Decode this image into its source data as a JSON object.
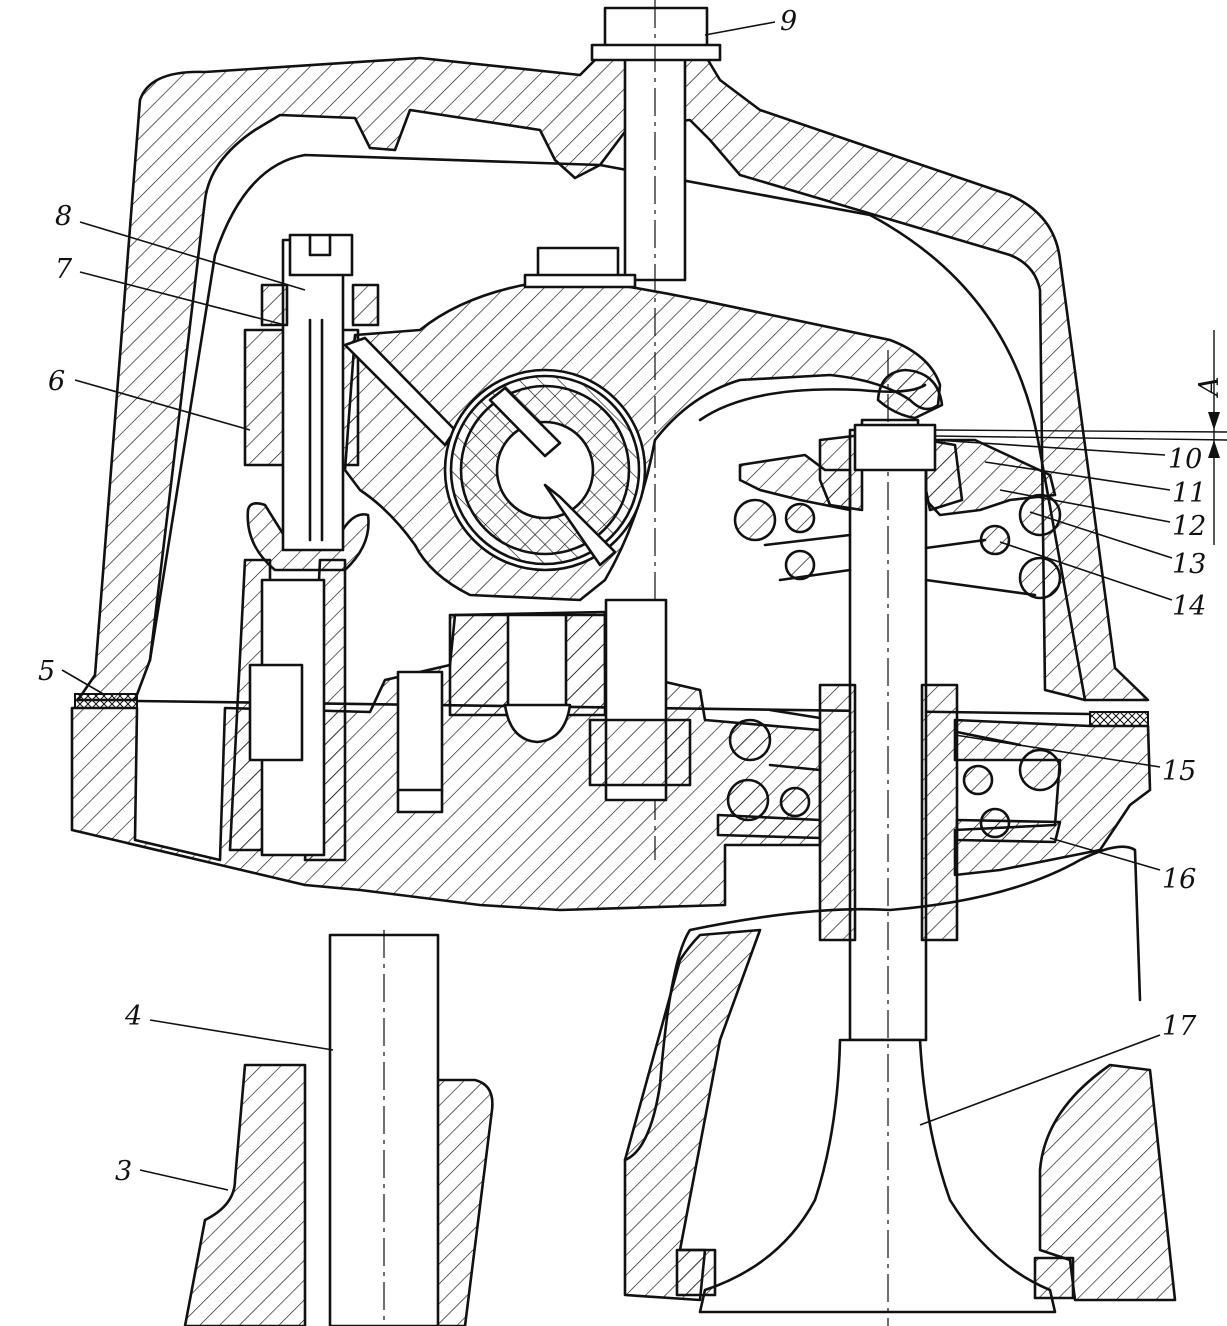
{
  "callouts": [
    {
      "id": "c1",
      "text": "3"
    },
    {
      "id": "c2",
      "text": "4"
    },
    {
      "id": "c3",
      "text": "5"
    },
    {
      "id": "c4",
      "text": "6"
    },
    {
      "id": "c5",
      "text": "7"
    },
    {
      "id": "c6",
      "text": "8"
    },
    {
      "id": "c7",
      "text": "9"
    },
    {
      "id": "c8",
      "text": "10"
    },
    {
      "id": "c9",
      "text": "11"
    },
    {
      "id": "c10",
      "text": "12"
    },
    {
      "id": "c11",
      "text": "13"
    },
    {
      "id": "c12",
      "text": "14"
    },
    {
      "id": "c13",
      "text": "15"
    },
    {
      "id": "c14",
      "text": "16"
    },
    {
      "id": "c15",
      "text": "17"
    }
  ],
  "clearance_label": "A",
  "colors": {
    "ink": "#111111",
    "paper": "#ffffff"
  }
}
